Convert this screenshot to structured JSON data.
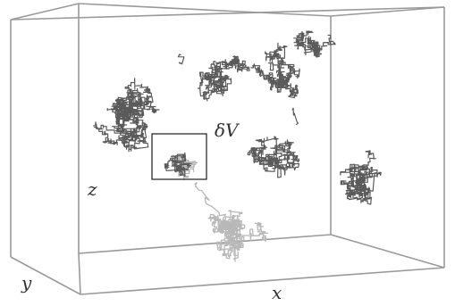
{
  "labels": {
    "x_axis": "x",
    "y_axis": "y",
    "z_axis": "z",
    "volume": "δV"
  },
  "colors": {
    "box_edges": "#9a9a9a",
    "walk_dark": "#5a5a5a",
    "walk_light": "#b8b8b8",
    "volume_box": "#1a1a1a"
  }
}
